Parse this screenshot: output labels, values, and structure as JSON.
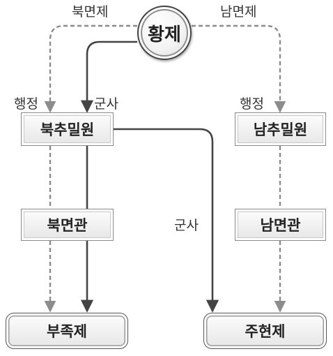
{
  "emperor": "황제",
  "labels": {
    "north_system": "북면제",
    "south_system": "남면제",
    "admin_left": "행정",
    "military_left": "군사",
    "admin_right": "행정",
    "military_mid": "군사"
  },
  "nodes": {
    "north_privy": "북추밀원",
    "south_privy": "남추밀원",
    "north_officials": "북면관",
    "south_officials": "남면관",
    "tribal_system": "부족제",
    "county_system": "주현제"
  },
  "colors": {
    "solid_line": "#444444",
    "dashed_line": "#8c8c8c"
  }
}
